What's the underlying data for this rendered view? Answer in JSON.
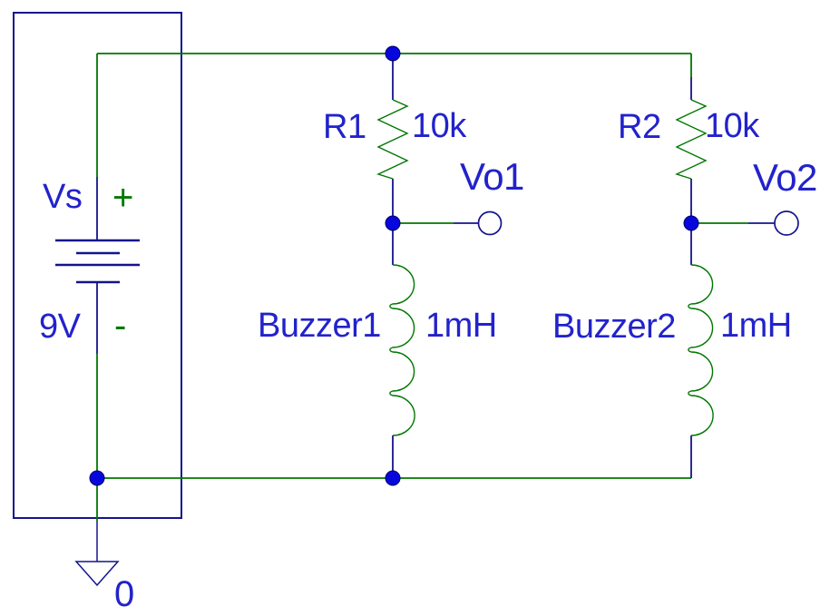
{
  "colors": {
    "background": "#ffffff",
    "wire_green": "#007700",
    "symbol_navy": "#14148c",
    "label_blue": "#2222cc",
    "junction_blue": "#0707dd"
  },
  "voltage_source": {
    "name": "Vs",
    "value": "9V",
    "plus_mark": "+",
    "minus_mark": "-"
  },
  "resistors": [
    {
      "name": "R1",
      "value": "10k"
    },
    {
      "name": "R2",
      "value": "10k"
    }
  ],
  "inductors": [
    {
      "name": "Buzzer1",
      "value": "1mH"
    },
    {
      "name": "Buzzer2",
      "value": "1mH"
    }
  ],
  "output_ports": [
    {
      "name": "Vo1"
    },
    {
      "name": "Vo2"
    }
  ],
  "ground_node": {
    "name": "0"
  }
}
